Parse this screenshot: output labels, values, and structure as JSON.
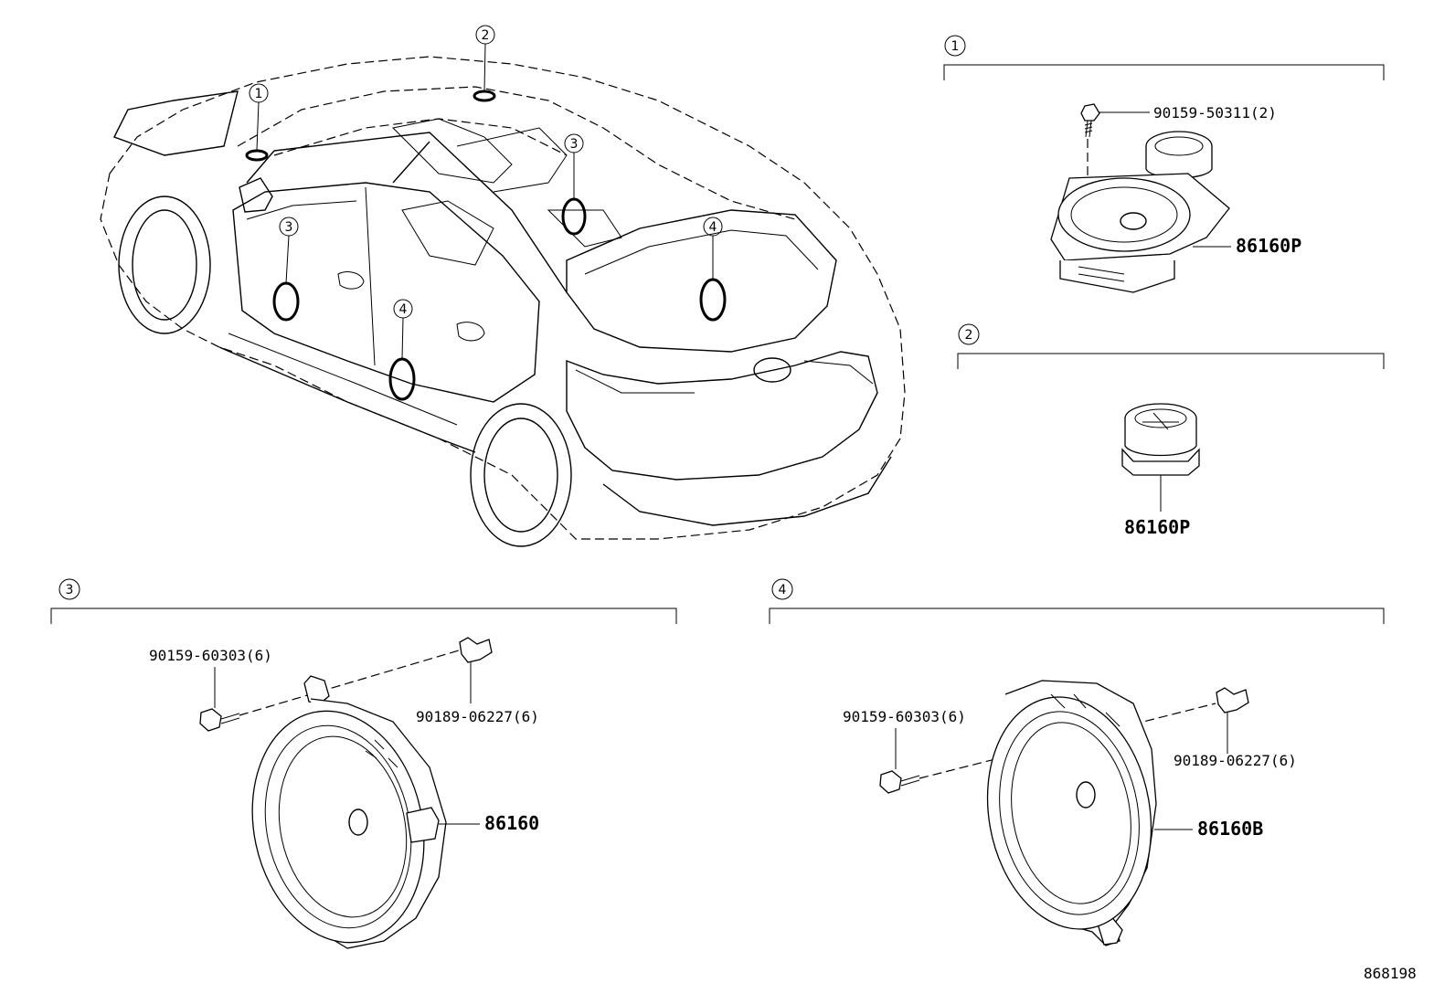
{
  "diagram_id": "868198",
  "callouts": [
    "1",
    "2",
    "3",
    "4"
  ],
  "sections": [
    {
      "number": "1",
      "parts": [
        {
          "part_no": "90159-50311(2)"
        },
        {
          "part_no": "86160P"
        }
      ]
    },
    {
      "number": "2",
      "parts": [
        {
          "part_no": "86160P"
        }
      ]
    },
    {
      "number": "3",
      "parts": [
        {
          "part_no": "90159-60303(6)"
        },
        {
          "part_no": "90189-06227(6)"
        },
        {
          "part_no": "86160"
        }
      ]
    },
    {
      "number": "4",
      "parts": [
        {
          "part_no": "90159-60303(6)"
        },
        {
          "part_no": "90189-06227(6)"
        },
        {
          "part_no": "86160B"
        }
      ]
    }
  ]
}
